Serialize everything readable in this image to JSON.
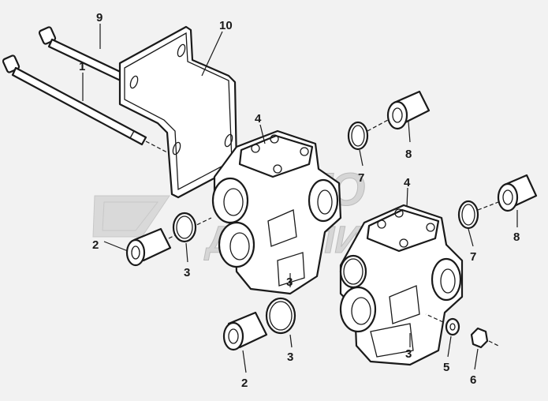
{
  "watermark": {
    "line1": "AUTO",
    "line2": "ДЕТАЛИ"
  },
  "callouts": [
    {
      "id": "callout-9",
      "text": "9"
    },
    {
      "id": "callout-10",
      "text": "10"
    },
    {
      "id": "callout-1",
      "text": "1"
    },
    {
      "id": "callout-4a",
      "text": "4"
    },
    {
      "id": "callout-8a",
      "text": "8"
    },
    {
      "id": "callout-7a",
      "text": "7"
    },
    {
      "id": "callout-4b",
      "text": "4"
    },
    {
      "id": "callout-8b",
      "text": "8"
    },
    {
      "id": "callout-2a",
      "text": "2"
    },
    {
      "id": "callout-3a",
      "text": "3"
    },
    {
      "id": "callout-7b",
      "text": "7"
    },
    {
      "id": "callout-3b",
      "text": "3"
    },
    {
      "id": "callout-3c",
      "text": "3"
    },
    {
      "id": "callout-3d",
      "text": "3"
    },
    {
      "id": "callout-2b",
      "text": "2"
    },
    {
      "id": "callout-5",
      "text": "5"
    },
    {
      "id": "callout-6",
      "text": "6"
    }
  ],
  "colors": {
    "ink": "#1a1a1a",
    "background": "#f2f2f2",
    "watermark": "#d6d6d6"
  }
}
